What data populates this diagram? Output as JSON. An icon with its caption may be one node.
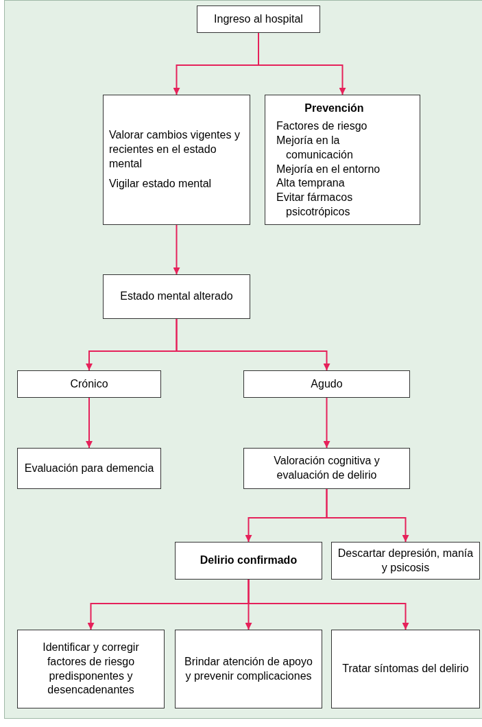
{
  "diagram": {
    "nodes": [
      {
        "text": [
          "Ingreso al hospital"
        ]
      },
      {
        "text": [
          "Valorar cambios vigentes y recientes en el estado mental",
          "Vigilar estado mental"
        ]
      },
      {
        "text": [
          "Prevención",
          "Factores de riesgo",
          "Mejoría en la comunicación",
          "Mejoría en el entorno",
          "Alta temprana",
          "Evitar fármacos psicotrópicos"
        ]
      },
      {
        "text": [
          "Estado mental alterado"
        ]
      },
      {
        "text": [
          "Crónico"
        ]
      },
      {
        "text": [
          "Agudo"
        ]
      },
      {
        "text": [
          "Evaluación para demencia"
        ]
      },
      {
        "text": [
          "Valoración cognitiva y evaluación de delirio"
        ]
      },
      {
        "text": [
          "Delirio confirmado"
        ]
      },
      {
        "text": [
          "Descartar depresión, manía y psicosis"
        ]
      },
      {
        "text": [
          "Identificar y corregir factores de riesgo predisponentes y desencadenantes"
        ]
      },
      {
        "text": [
          "Brindar atención de apoyo y prevenir complicaciones"
        ]
      },
      {
        "text": [
          "Tratar síntomas del delirio"
        ]
      }
    ],
    "edges": [
      {
        "from": 0,
        "to": 1,
        "arrow": "to"
      },
      {
        "from": 0,
        "to": 2,
        "arrow": "to"
      },
      {
        "from": 1,
        "to": 3,
        "arrow": "to"
      },
      {
        "from": 3,
        "to": 4,
        "arrow": "to"
      },
      {
        "from": 3,
        "to": 5,
        "arrow": "to"
      },
      {
        "from": 4,
        "to": 6,
        "arrow": "to"
      },
      {
        "from": 5,
        "to": 7,
        "arrow": "to"
      },
      {
        "from": 7,
        "to": 8,
        "arrow": "to"
      },
      {
        "from": 7,
        "to": 9,
        "arrow": "to"
      },
      {
        "from": 8,
        "to": 10,
        "arrow": "to"
      },
      {
        "from": 8,
        "to": 11,
        "arrow": "to"
      },
      {
        "from": 8,
        "to": 12,
        "arrow": "to"
      }
    ]
  }
}
